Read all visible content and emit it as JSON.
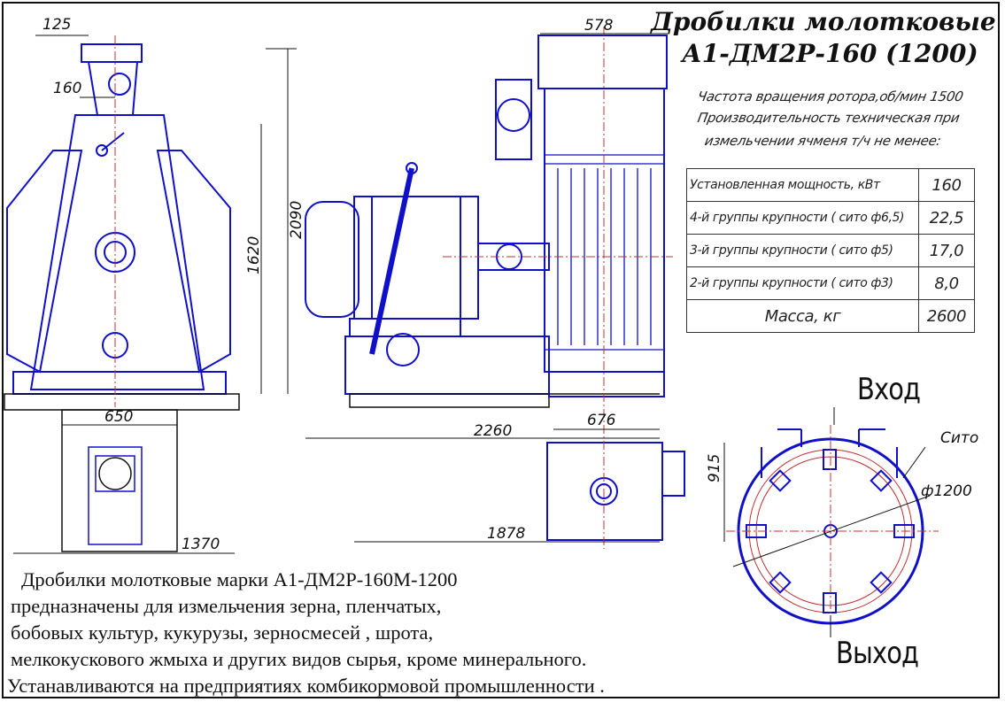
{
  "title": {
    "line1": "Дробилки молотковые",
    "line2": "А1-ДМ2Р-160 (1200)"
  },
  "specs_intro": [
    "Частота вращения ротора,об/мин 1500",
    "Производительность техническая при",
    "измельчении ячменя т/ч не менее:"
  ],
  "specs_table": [
    {
      "label": "Установленная мощность, кВт",
      "value": "160"
    },
    {
      "label": "4-й группы крупности ( сито ф6,5)",
      "value": "22,5"
    },
    {
      "label": "3-й группы крупности ( сито ф5)",
      "value": "17,0"
    },
    {
      "label": "2-й группы крупности ( сито ф3)",
      "value": "8,0"
    },
    {
      "label": "Масса, кг",
      "value": "2600"
    }
  ],
  "dimensions": {
    "d125": "125",
    "d160": "160",
    "d2090": "2090",
    "d1620": "1620",
    "d650": "650",
    "d1370": "1370",
    "d578": "578",
    "d2260": "2260",
    "d676": "676",
    "d915": "915",
    "d1878": "1878",
    "sieve_label": "Сито",
    "rotor_dia": "ф1200"
  },
  "flow": {
    "inlet": "Вход",
    "outlet": "Выход"
  },
  "description": [
    "Дробилки молотковые марки А1-ДМ2Р-160М-1200",
    "предназначены для измельчения зерна, пленчатых,",
    "бобовых культур, кукурузы, зерносмесей , шрота,",
    "мелкокускового жмыха и других видов сырья, кроме минерального.",
    "Устанавливаются на предприятиях комбикормовой промышленности ."
  ],
  "colors": {
    "line": "#1010c8",
    "axis": "#c03030",
    "text": "#111111"
  }
}
